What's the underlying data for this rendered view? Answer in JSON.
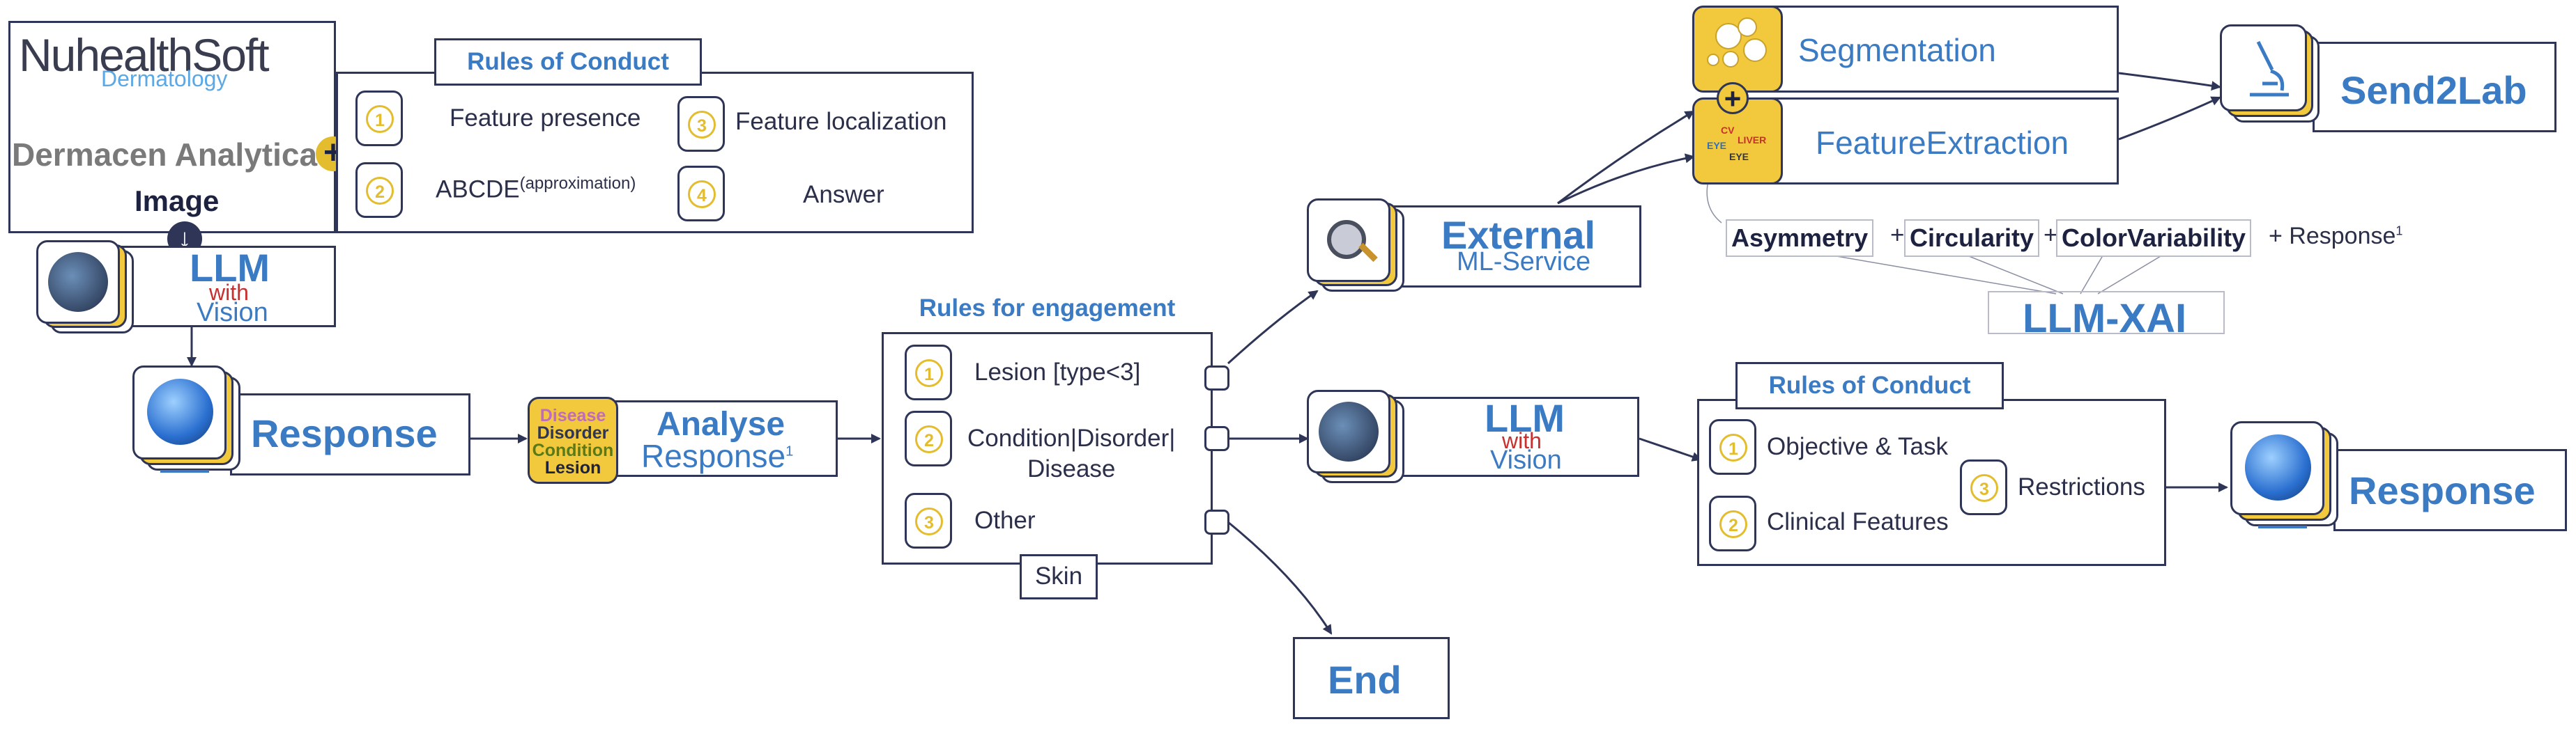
{
  "brand": {
    "name": "NuhealthSoft",
    "sub": "Dermatology",
    "product": "Dermacen Analytica",
    "input_label": "Image"
  },
  "rules_conduct_1": {
    "title": "Rules of Conduct",
    "items": [
      {
        "n": "1",
        "label": "Feature presence"
      },
      {
        "n": "2",
        "label": "ABCDE",
        "sup": "(approximation)"
      },
      {
        "n": "3",
        "label": "Feature localization"
      },
      {
        "n": "4",
        "label": "Answer"
      }
    ]
  },
  "llm_1": {
    "title": "LLM",
    "with": "with",
    "vision": "Vision"
  },
  "response_1": {
    "label": "Response"
  },
  "analyse": {
    "title": "Analyse",
    "sub": "Response",
    "sup": "1",
    "icon_lines": [
      "Disease",
      "Disorder",
      "Condition",
      "Lesion"
    ]
  },
  "rules_engagement": {
    "title": "Rules for engagement",
    "items": [
      {
        "n": "1",
        "label": "Lesion [type<3]"
      },
      {
        "n": "2",
        "label_line1": "Condition|Disorder|",
        "label_line2": "Disease"
      },
      {
        "n": "3",
        "label": "Other"
      }
    ],
    "footer": "Skin"
  },
  "end": {
    "label": "End"
  },
  "external": {
    "title": "External",
    "sub": "ML-Service"
  },
  "segmentation": {
    "label": "Segmentation"
  },
  "feature_extraction": {
    "label": "FeatureExtraction",
    "icon_words": [
      "CV",
      "EYE",
      "LIVER",
      "EYE"
    ]
  },
  "send2lab": {
    "label": "Send2Lab"
  },
  "features": {
    "items": [
      "Asymmetry",
      "Circularity",
      "ColorVariability"
    ],
    "plus": "+",
    "tail": "+ Response",
    "tail_sup": "1"
  },
  "llm_xai": {
    "label": "LLM-XAI"
  },
  "llm_2": {
    "title": "LLM",
    "with": "with",
    "vision": "Vision"
  },
  "rules_conduct_2": {
    "title": "Rules of Conduct",
    "items": [
      {
        "n": "1",
        "label": "Objective & Task"
      },
      {
        "n": "2",
        "label": "Clinical Features"
      },
      {
        "n": "3",
        "label": "Restrictions"
      }
    ]
  },
  "response_2": {
    "label": "Response"
  },
  "colors": {
    "accent_blue": "#3b7bc4",
    "navy": "#2e3556",
    "gold": "#e3bd2d",
    "red": "#c8302f",
    "yellow_tile": "#f2c93c"
  },
  "icons": [
    "plus-icon",
    "down-arrow-icon",
    "brain-icon",
    "globe-icon",
    "bubbles-icon",
    "microscope-icon",
    "magnifier-icon"
  ]
}
